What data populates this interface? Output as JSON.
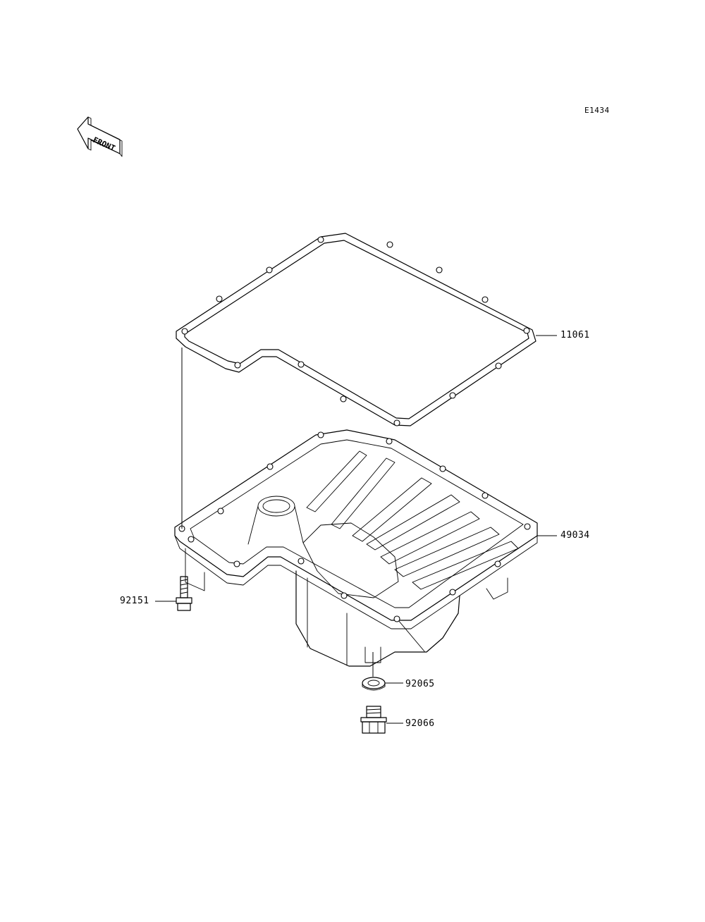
{
  "diagram": {
    "code": "E1434",
    "front_text": "FRONT",
    "parts": [
      {
        "number": "11061"
      },
      {
        "number": "49034"
      },
      {
        "number": "92151"
      },
      {
        "number": "92065"
      },
      {
        "number": "92066"
      }
    ]
  }
}
